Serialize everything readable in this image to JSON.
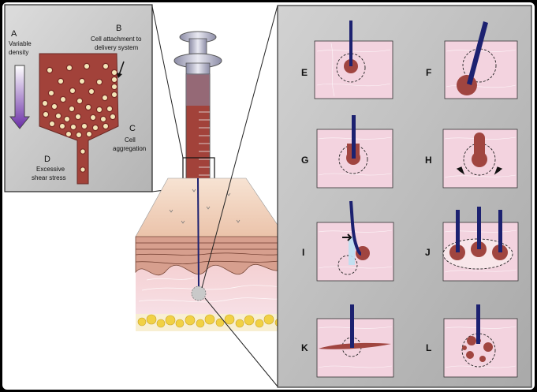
{
  "inset": {
    "A": {
      "letter": "A",
      "line1": "Variable",
      "line2": "density"
    },
    "B": {
      "letter": "B",
      "line1": "Cell attachment to",
      "line2": "delivery system"
    },
    "C": {
      "letter": "C",
      "line1": "Cell",
      "line2": "aggregation"
    },
    "D": {
      "letter": "D",
      "line1": "Excessive",
      "line2": "shear stress"
    }
  },
  "panels": [
    {
      "id": "E",
      "label": "E"
    },
    {
      "id": "F",
      "label": "F"
    },
    {
      "id": "G",
      "label": "G"
    },
    {
      "id": "H",
      "label": "H"
    },
    {
      "id": "I",
      "label": "I"
    },
    {
      "id": "J",
      "label": "J"
    },
    {
      "id": "K",
      "label": "K"
    },
    {
      "id": "L",
      "label": "L"
    }
  ],
  "colors": {
    "tissue": "#f3d3df",
    "cells": "#a04540",
    "needle": "#1c2170",
    "syringe_fill": "#a2423a",
    "gray_panel": "#c4c4c4",
    "fat": "#f1d145"
  }
}
